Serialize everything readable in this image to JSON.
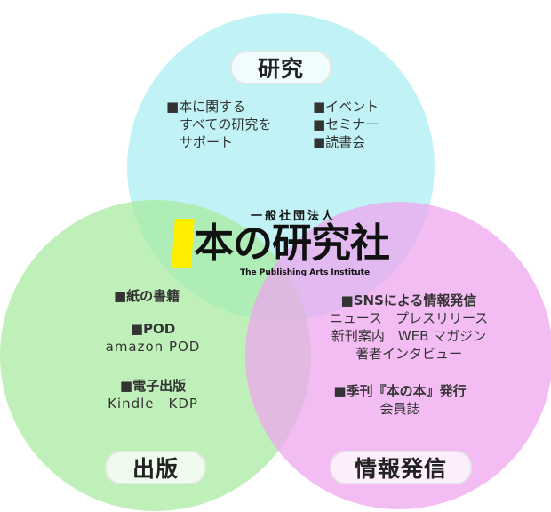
{
  "circles": {
    "research": {
      "title": "研究",
      "color": "#a9eef2"
    },
    "publishing": {
      "title": "出版",
      "color": "#a8ea9e"
    },
    "dissemination": {
      "title": "情報発信",
      "color": "#eea3ee"
    }
  },
  "research_items": {
    "left": [
      "■本に関する",
      "すべての研究を",
      "サポート"
    ],
    "right": [
      "■イベント",
      "■セミナー",
      "■読書会"
    ]
  },
  "publishing_items": {
    "paper": "■紙の書籍",
    "pod_head": "■POD",
    "pod_sub": "amazon POD",
    "ebook_head": "■電子出版",
    "ebook_sub": "Kindle　KDP"
  },
  "dissemination_items": {
    "sns_head": "■SNSによる情報発信",
    "sns_line1": "ニュース　プレスリリース",
    "sns_line2": "新刊案内　WEB マガジン",
    "sns_line3": "著者インタビュー",
    "mag_head": "■季刊『本の本』発行",
    "mag_sub": "会員誌"
  },
  "center": {
    "prefix": "一般社団法人",
    "name": "本の研究社",
    "english": "The Publishing Arts Institute",
    "accent": "#ffee00"
  }
}
